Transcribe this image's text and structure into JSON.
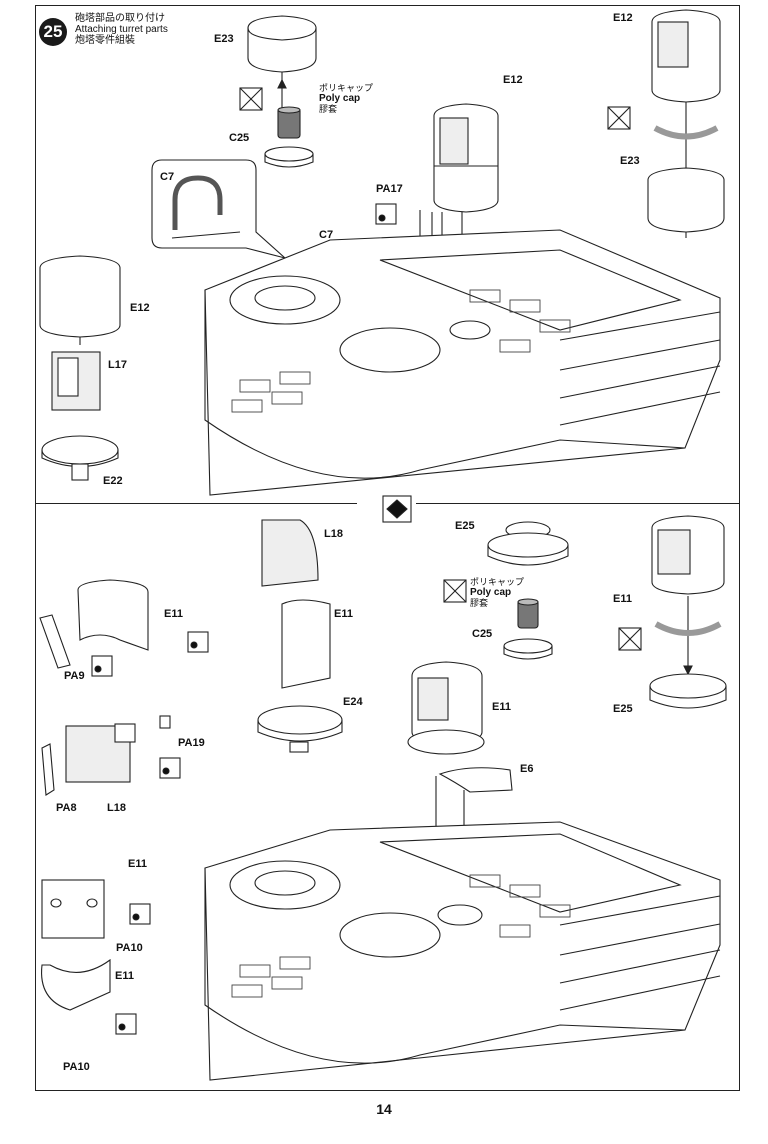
{
  "step": {
    "number": "25",
    "title_ja": "砲塔部品の取り付け",
    "title_en": "Attaching turret parts",
    "title_zh": "炮塔零件組裝"
  },
  "polycap": {
    "ja": "ポリキャップ",
    "en": "Poly cap",
    "zh": "膠套"
  },
  "labels": {
    "e23_top": "E23",
    "c25_top": "C25",
    "c7_inset": "C7",
    "c7_hull": "C7",
    "pa17": "PA17",
    "e12_center": "E12",
    "e12_right": "E12",
    "e23_right": "E23",
    "e12_left": "E12",
    "l17": "L17",
    "e22": "E22",
    "l18_center": "L18",
    "e11_center": "E11",
    "e24": "E24",
    "e25_top": "E25",
    "c25_bottom": "C25",
    "e11_right": "E11",
    "e25_right": "E25",
    "e11_turret": "E11",
    "e6": "E6",
    "e11_left1": "E11",
    "pa9": "PA9",
    "pa19": "PA19",
    "pa8": "PA8",
    "l18_left": "L18",
    "e11_left2": "E11",
    "pa10_1": "PA10",
    "e11_left3": "E11",
    "pa10_2": "PA10"
  },
  "page_number": "14"
}
